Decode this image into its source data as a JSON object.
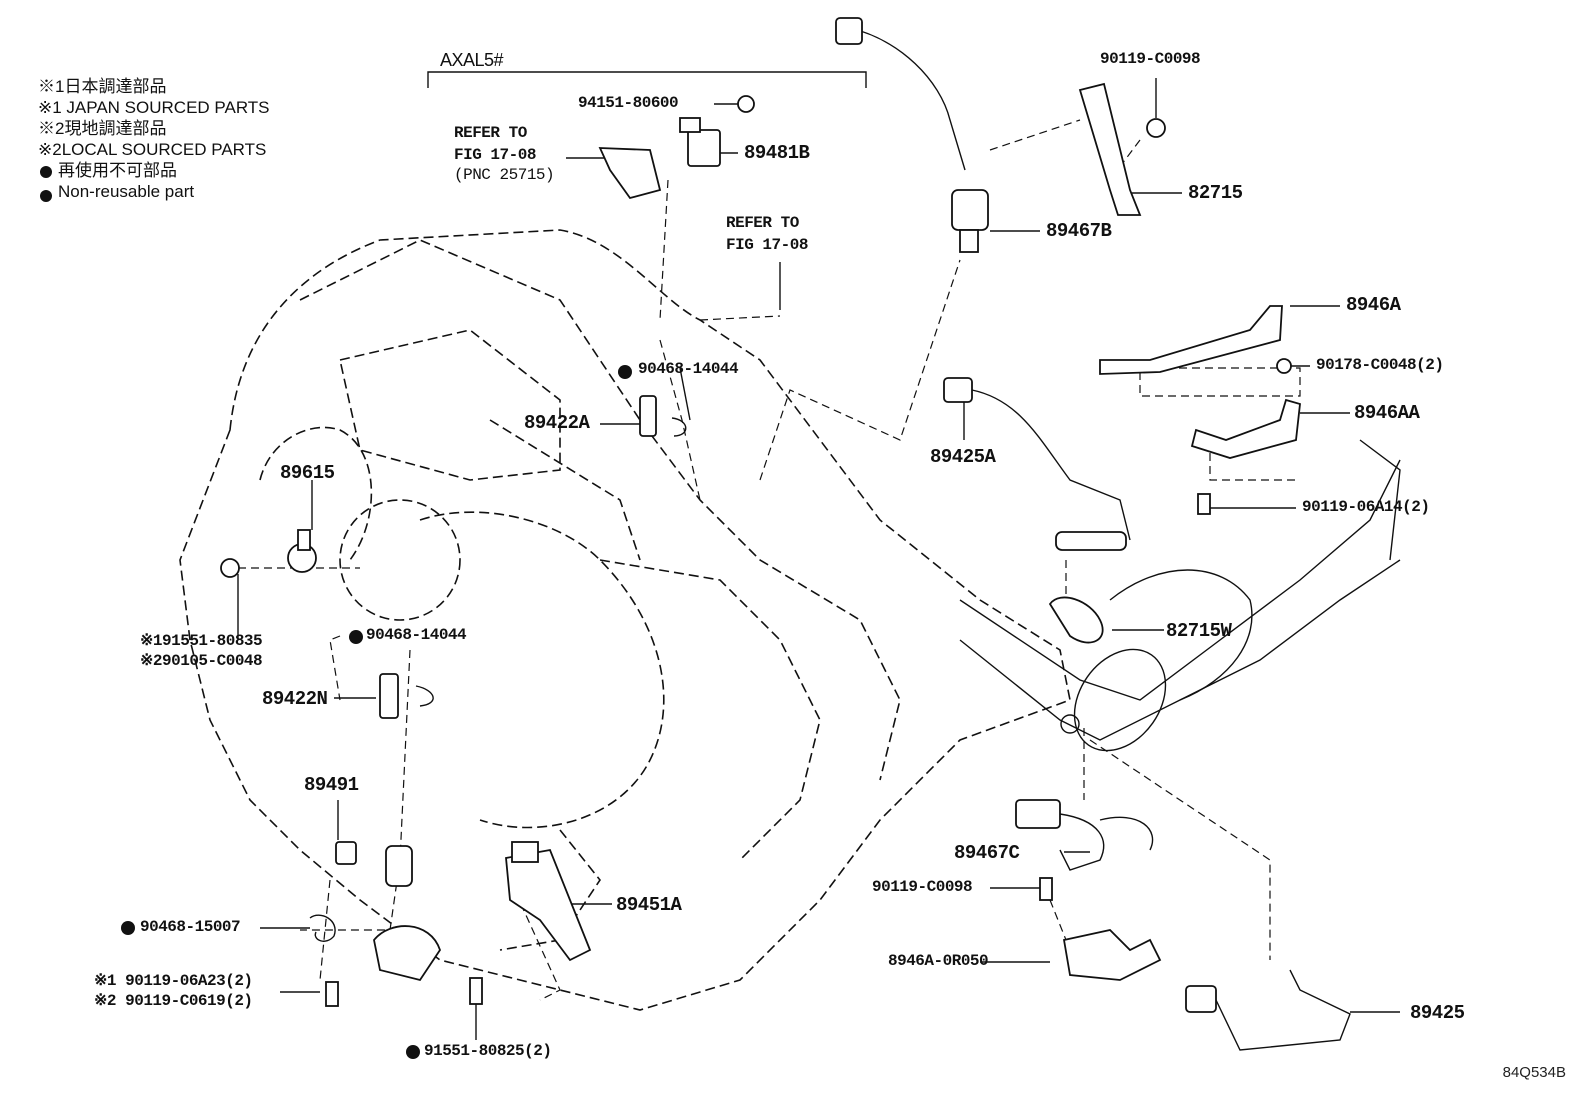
{
  "legend": {
    "line1": "※1日本調達部品",
    "line2": "※1 JAPAN SOURCED PARTS",
    "line3": "※2現地調達部品",
    "line4": "※2LOCAL SOURCED PARTS",
    "line5": "再使用不可部品",
    "line6": "Non-reusable part"
  },
  "group_label": "AXAL5#",
  "refer1": {
    "line1": "REFER TO",
    "line2": "FIG 17-08",
    "line3": "(PNC 25715)"
  },
  "refer2": {
    "line1": "REFER TO",
    "line2": "FIG 17-08"
  },
  "parts": {
    "p94151": "94151-80600",
    "p89481B": "89481B",
    "p90119_c0098_top": "90119-C0098",
    "p82715": "82715",
    "p89467B": "89467B",
    "p8946A": "8946A",
    "p90178": "90178-C0048(2)",
    "p8946AA": "8946AA",
    "p90119_06a14": "90119-06A14(2)",
    "p89425A": "89425A",
    "p82715W": "82715W",
    "p90468_14044_a": "90468-14044",
    "p89422A": "89422A",
    "p89615": "89615",
    "p191551": "※191551-80835",
    "p290105": "※290105-C0048",
    "p90468_14044_b": "90468-14044",
    "p89422N": "89422N",
    "p89491": "89491",
    "p89467C": "89467C",
    "p90119_c0098_mid": "90119-C0098",
    "p8946A_0R050": "8946A-0R050",
    "p89451A": "89451A",
    "p90468_15007": "90468-15007",
    "p90119_06a23": "※1 90119-06A23(2)",
    "p90119_c0619": "※2 90119-C0619(2)",
    "p89425": "89425",
    "p91551_80825": "91551-80825(2)"
  },
  "diagram_code": "84Q534B"
}
